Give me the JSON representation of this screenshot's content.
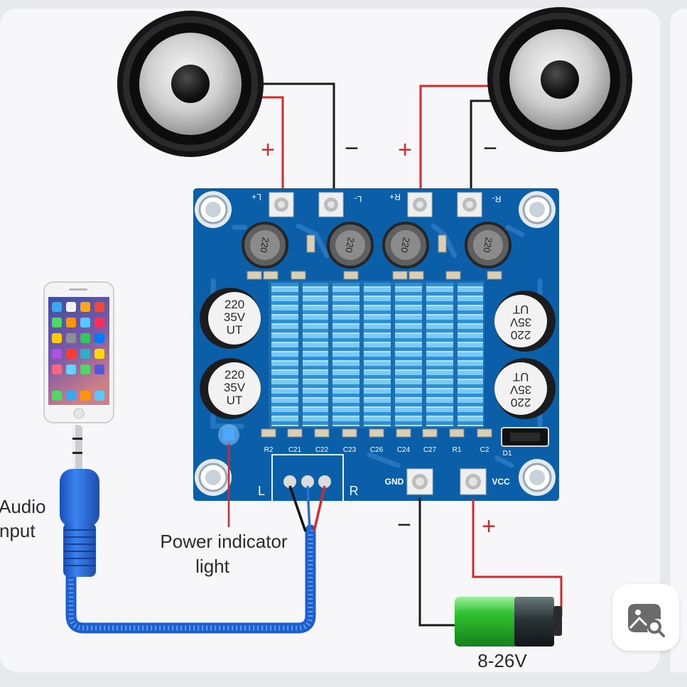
{
  "diagram": {
    "speaker_wire_signs": {
      "left_positive": "+",
      "left_negative": "−",
      "right_positive": "+",
      "right_negative": "−"
    },
    "board": {
      "terminal_labels": {
        "left_positive": "L+",
        "left_negative": "L-",
        "right_positive": "R+",
        "right_negative": "R-"
      },
      "power_labels": {
        "ground": "GND",
        "supply": "VCC"
      },
      "input_connector": {
        "left": "L",
        "right": "R"
      },
      "inductor_marking": "220",
      "capacitor_marking": {
        "capacitance": "220",
        "voltage": "35V",
        "series": "UT"
      },
      "component_labels": [
        "R2",
        "C21",
        "C22",
        "C23",
        "C26",
        "C24",
        "C27",
        "R1",
        "C2"
      ],
      "diode_label": "D1"
    },
    "power_wire_signs": {
      "ground": "−",
      "supply": "+"
    },
    "callouts": {
      "audio_input": [
        "Audio",
        "nput"
      ],
      "power_indicator": [
        "Power indicator",
        "light"
      ],
      "supply_voltage": "8-26V"
    }
  },
  "ui": {
    "visual_search_button": {
      "icon": "image-search-icon"
    }
  },
  "colors": {
    "positive_wire": "#d42a2a",
    "negative_wire": "#1a1a1a",
    "pcb": "#0b5ea8",
    "audio_cable": "#1d5fcc",
    "battery_charge": "#2fc12f"
  }
}
